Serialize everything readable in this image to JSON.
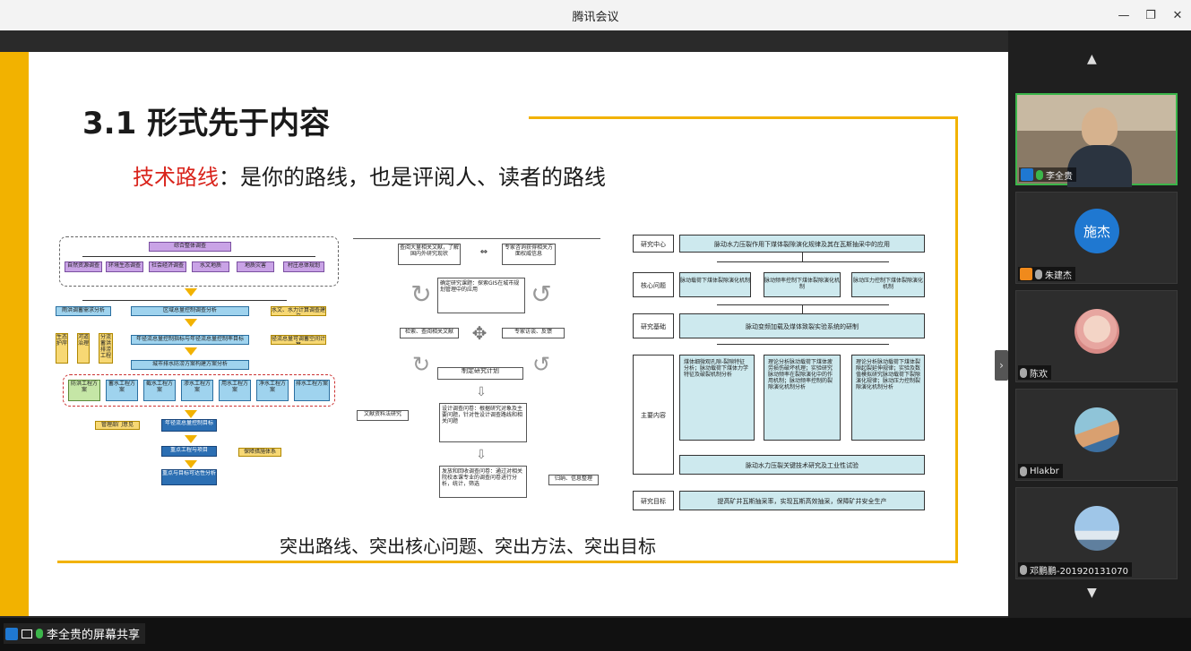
{
  "window": {
    "title": "腾讯会议",
    "minimize": "—",
    "restore": "❐",
    "close": "✕"
  },
  "slide": {
    "title": "3.1 形式先于内容",
    "subtitle_red": "技术路线",
    "subtitle_rest": "：是你的路线，也是评阅人、读者的路线",
    "caption": "突出路线、突出核心问题、突出方法、突出目标"
  },
  "diagram_left": {
    "top": "综合整体调查",
    "row1": [
      "自然资源调查",
      "环境生态调查",
      "社会经济调查",
      "水文地质",
      "地质灾害",
      "村庄总体规划"
    ],
    "analysis1": "区域总量控制调查分析",
    "side1": "水文、水力计算调查建立",
    "analysis2": "年径流总量控制指标与年径流总量控制率目标",
    "side2": "径流总量可调蓄空间计算",
    "analysis3": "城市排水防涝方案构建方案分析",
    "left_col": "雨洪调蓄需求分析",
    "vert": [
      "生态护岸",
      "河道治理",
      "分流蓄洪排涝工程"
    ],
    "row2": [
      "防洪工程方案",
      "蓄水工程方案",
      "截水工程方案",
      "渗水工程方案",
      "用水工程方案",
      "净水工程方案",
      "排水工程方案"
    ],
    "b1": "年径流总量控制目标",
    "b1side": "管理部门意见",
    "b2": "重点工程与项目",
    "b2side": "保障措施体系",
    "b3": "重点与目标可达性分析"
  },
  "diagram_mid": {
    "m1": "查阅大量相关文献，了解国内外研究现状",
    "m2": "专家咨询获得相关方面权威信息",
    "m3": "确定研究课题：探索GIS在城市规划管理中的应用",
    "m4": "检索、查阅相关文献",
    "m5": "专家访谈、反馈",
    "m6": "制定研究计划",
    "m7": "设计调查问卷：根据研究对象及主要问题，针对性设计调查路线和相关问题",
    "m7side": "文献资料法研究",
    "m8": "发放和回收调查问卷：通过对相关院校本课专业的调查问卷进行分析，统计，筛选",
    "m8side": "归纳、信息整理"
  },
  "diagram_right": {
    "rows": [
      {
        "label": "研究中心",
        "content": "脉动水力压裂作用下煤体裂隙演化规律及其在瓦斯抽采中的应用"
      },
      {
        "label": "核心问题",
        "items": [
          "脉动载荷下煤体裂隙演化机制",
          "脉动频率控制下煤体裂隙演化机制",
          "脉动压力控制下煤体裂隙演化机制"
        ]
      },
      {
        "label": "研究基础",
        "content": "脉动变频加载及煤体致裂实验系统的研制"
      },
      {
        "label": "主要内容",
        "items": [
          "煤体细微观孔隙-裂隙特征分析；脉动载荷下煤体力学特征及破裂机制分析",
          "理论分析脉动载荷下煤体疲劳损伤破坏机理；实验研究脉动频率在裂隙演化中的作用机制；脉动频率控制的裂隙演化机制分析",
          "理论分析脉动载荷下煤体裂隙起裂延伸规律；实验及数值模拟研究脉动载荷下裂隙演化规律；脉动压力控制裂隙演化机制分析"
        ],
        "bottom": "脉动水力压裂关键技术研究及工业性试验"
      },
      {
        "label": "研究目标",
        "content": "提高矿井瓦斯抽采率，实现瓦斯高效抽采，保障矿井安全生产"
      }
    ]
  },
  "participants": [
    {
      "name": "李全贵",
      "type": "video"
    },
    {
      "name": "朱建杰",
      "type": "initials",
      "initials": "施杰"
    },
    {
      "name": "陈欢",
      "type": "avatar"
    },
    {
      "name": "Hlakbr",
      "type": "avatar"
    },
    {
      "name": "邓鹏鹏-201920131070",
      "type": "avatar"
    }
  ],
  "share": {
    "label": "李全贵的屏幕共享"
  },
  "icons": {
    "up": "▲",
    "down": "▼",
    "expand": "›"
  }
}
